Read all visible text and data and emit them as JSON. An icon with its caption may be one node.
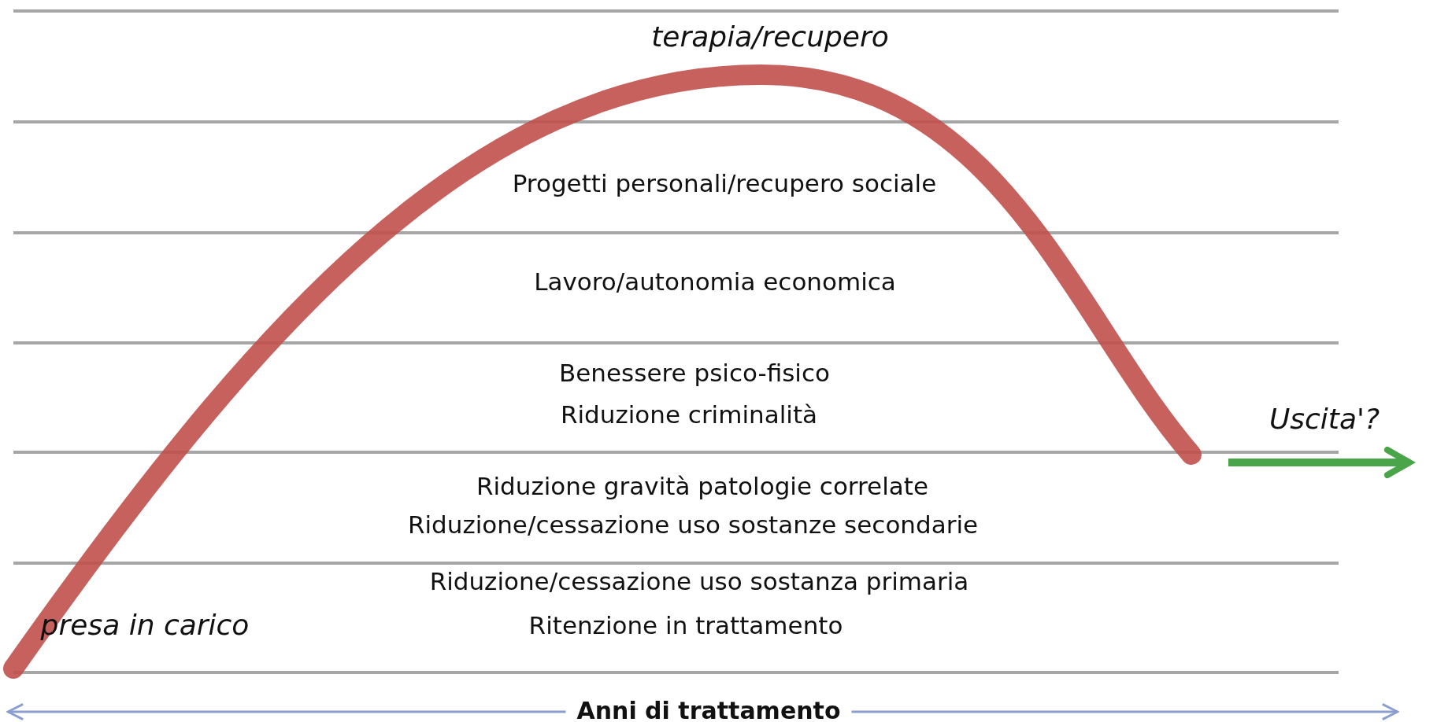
{
  "diagram": {
    "labels": [
      "terapia/recupero",
      "Progetti personali/recupero sociale",
      "Lavoro/autonomia economica",
      "Benessere psico-fisico",
      "Riduzione criminalità",
      "Riduzione gravità patologie correlate",
      "Riduzione/cessazione uso sostanze secondarie",
      "Riduzione/cessazione uso sostanza primaria",
      "presa in carico",
      "Ritenzione in trattamento",
      "Uscita'?",
      "Anni di trattamento"
    ]
  }
}
